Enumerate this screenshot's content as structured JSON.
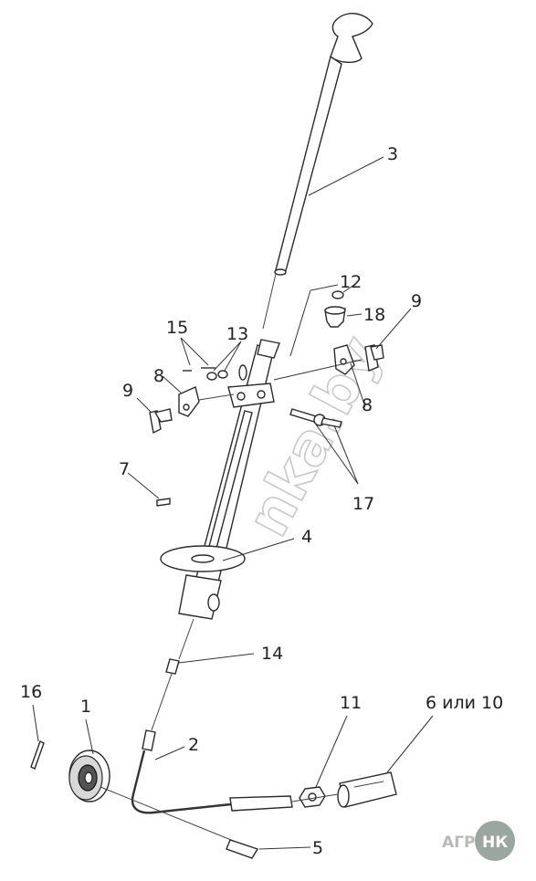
{
  "callouts": {
    "c1": "1",
    "c2": "2",
    "c3": "3",
    "c4": "4",
    "c5": "5",
    "c6": "6 или 10",
    "c7": "7",
    "c8a": "8",
    "c8b": "8",
    "c9a": "9",
    "c9b": "9",
    "c11": "11",
    "c12": "12",
    "c13": "13",
    "c14": "14",
    "c15": "15",
    "c16": "16",
    "c17": "17",
    "c18": "18"
  },
  "watermark": "nkа.by",
  "logo": {
    "left": "АГРО",
    "right": "НК"
  },
  "colors": {
    "line": "#2a2a2a",
    "watermark": "#c8c8c8",
    "logo_grey": "#b9b9b9",
    "logo_circle": "#9aa7a0"
  }
}
